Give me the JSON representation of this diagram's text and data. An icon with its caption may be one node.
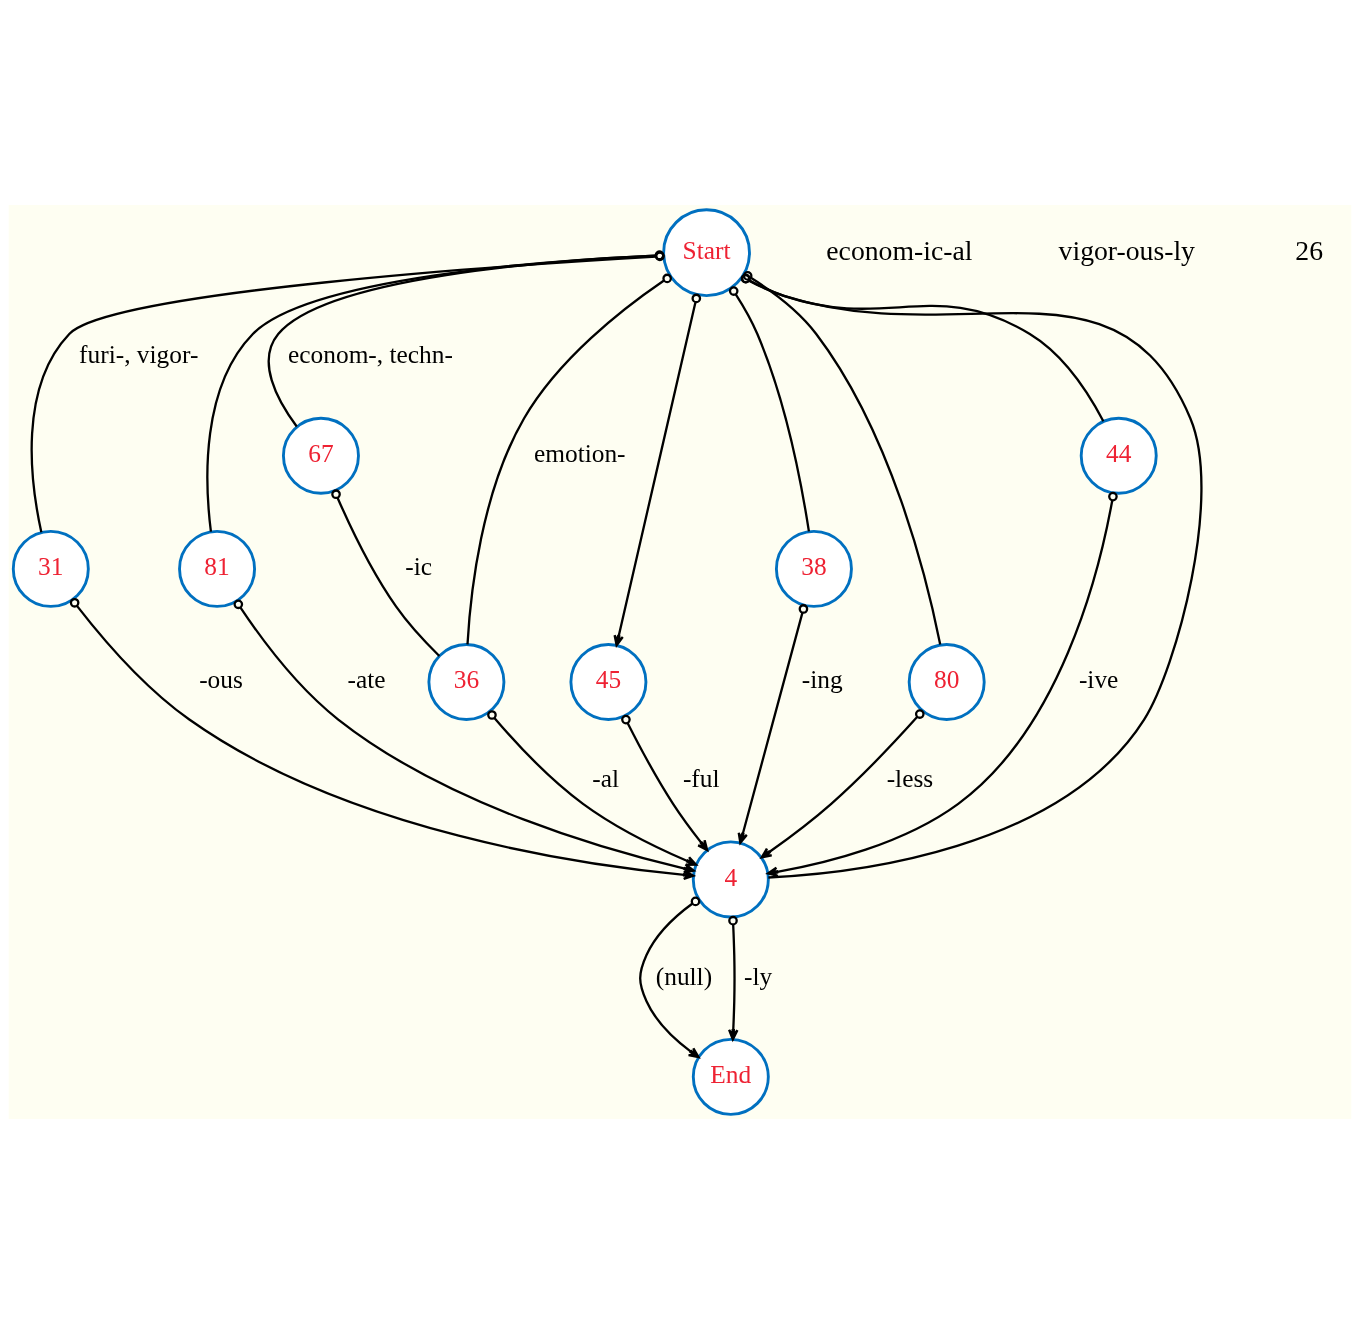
{
  "diagram": {
    "nodes": [
      {
        "text": [
          "Start"
        ]
      },
      {
        "text": [
          "67"
        ]
      },
      {
        "text": [
          "31"
        ]
      },
      {
        "text": [
          "81"
        ]
      },
      {
        "text": [
          "45"
        ]
      },
      {
        "text": [
          "38"
        ]
      },
      {
        "text": [
          "80"
        ]
      },
      {
        "text": [
          "36"
        ]
      },
      {
        "text": [
          "44"
        ]
      },
      {
        "text": [
          "4"
        ]
      },
      {
        "text": [
          "End"
        ]
      }
    ],
    "edges": [
      {
        "from": 0,
        "to": 1,
        "arrow": "other",
        "label": "econom-, techn-"
      },
      {
        "from": 0,
        "to": 7,
        "arrow": "other",
        "label": "emotion-"
      },
      {
        "from": 0,
        "to": 5,
        "arrow": "other"
      },
      {
        "from": 0,
        "to": 3,
        "arrow": "other"
      },
      {
        "from": 0,
        "to": 8,
        "arrow": "other"
      },
      {
        "from": 0,
        "to": 9,
        "arrow": "other"
      },
      {
        "from": 0,
        "to": 4,
        "arrow": "to"
      },
      {
        "from": 0,
        "to": 6,
        "arrow": "other"
      },
      {
        "from": 0,
        "to": 2,
        "arrow": "other",
        "label": "furi-, vigor-"
      },
      {
        "from": 1,
        "to": 7,
        "arrow": "other",
        "label": "-ic"
      },
      {
        "from": 7,
        "to": 9,
        "arrow": "to",
        "label": "-al"
      },
      {
        "from": 5,
        "to": 9,
        "arrow": "to",
        "label": "-ing"
      },
      {
        "from": 3,
        "to": 9,
        "arrow": "to",
        "label": "-ate"
      },
      {
        "from": 8,
        "to": 9,
        "arrow": "to",
        "label": "-ive"
      },
      {
        "from": 4,
        "to": 9,
        "arrow": "to",
        "label": "-ful"
      },
      {
        "from": 6,
        "to": 9,
        "arrow": "to",
        "label": "-less"
      },
      {
        "from": 2,
        "to": 9,
        "arrow": "to",
        "label": "-ous"
      },
      {
        "from": 9,
        "to": 10,
        "arrow": "to",
        "label": "(null)"
      },
      {
        "from": 9,
        "to": 10,
        "arrow": "to",
        "label": "-ly"
      }
    ],
    "labels": [
      "econom-ic-al",
      "vigor-ous-ly",
      "26"
    ]
  }
}
